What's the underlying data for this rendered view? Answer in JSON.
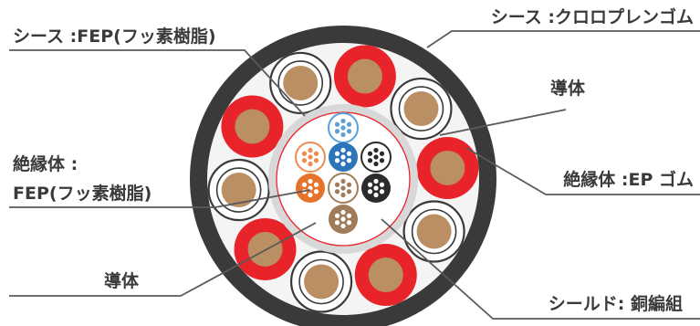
{
  "labels": {
    "sheath_fep": "シース :FEP(フッ素樹脂)",
    "sheath_cr": "シース :クロロプレンゴム",
    "conductor_top": "導体",
    "insulator_fep_1": "絶縁体 :",
    "insulator_fep_2": "FEP(フッ素樹脂)",
    "insulator_ep": "絶縁体 :EP ゴム",
    "conductor_bottom": "導体",
    "shield": "シールド: 銅編組"
  },
  "colors": {
    "outer_sheath": "#3a3a3a",
    "filler": "#f4f4f4",
    "conductor": "#b98f63",
    "ep_insulation": "#e8242a",
    "fep_insulation": "#ffffff",
    "shield": "#d8d8d8",
    "inner_sheath_line": "#e8242a",
    "signal_blue": "#2d74b8",
    "signal_light_blue": "#5aa0d8",
    "signal_orange": "#e6732c",
    "signal_orange_light": "#ee8c52",
    "signal_tan": "#a07c5a",
    "signal_black": "#2b2b2b"
  }
}
